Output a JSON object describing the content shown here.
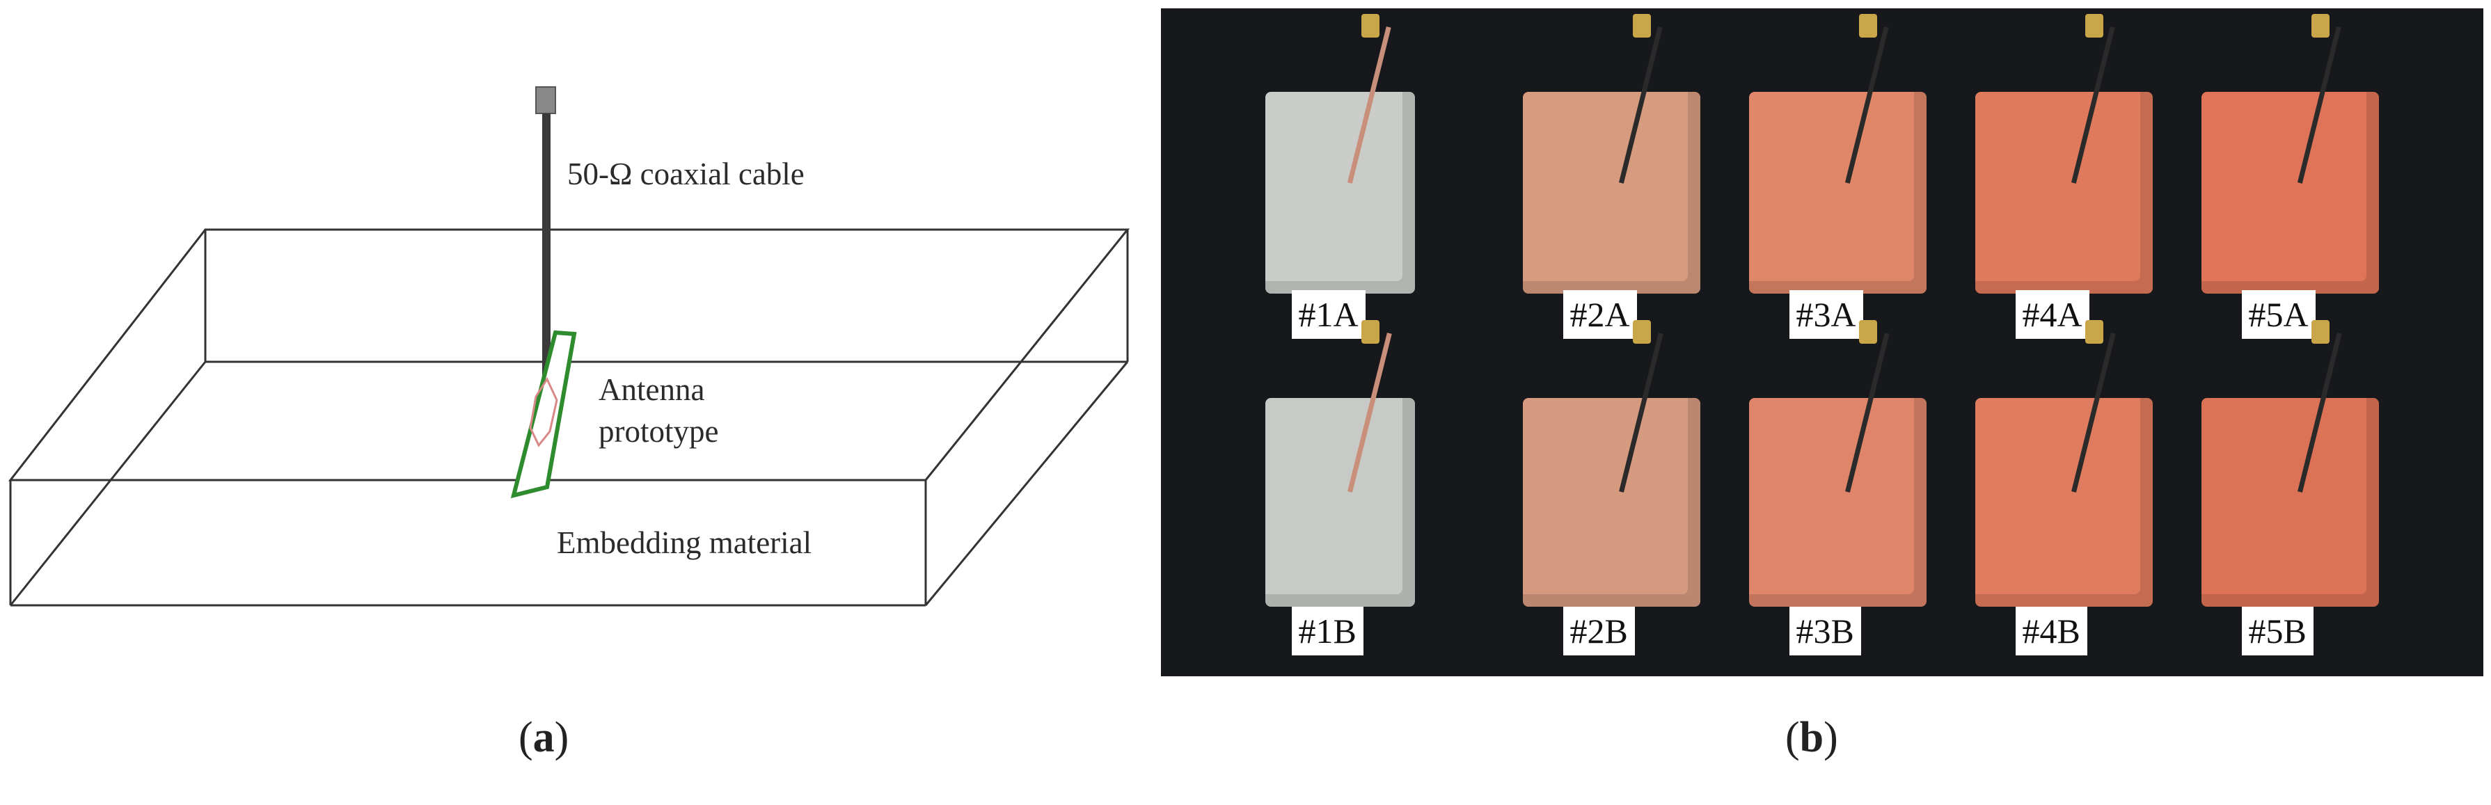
{
  "panel_a": {
    "cable_label": "50-Ω coaxial cable",
    "antenna_label_line1": "Antenna",
    "antenna_label_line2": "prototype",
    "material_label": "Embedding material",
    "caption_letter": "a",
    "colors": {
      "patch": "#2e8b2e",
      "antenna_trace": "#d98888",
      "cable": "#3a3a3a",
      "box": "#333333"
    }
  },
  "panel_b": {
    "caption_letter": "b",
    "samples_top": [
      {
        "label": "#1A",
        "color": "#c9ccc8"
      },
      {
        "label": "#2A",
        "color": "#d79b80"
      },
      {
        "label": "#3A",
        "color": "#e0876a"
      },
      {
        "label": "#4A",
        "color": "#e07a5d"
      },
      {
        "label": "#5A",
        "color": "#e07458"
      }
    ],
    "samples_bottom": [
      {
        "label": "#1B",
        "color": "#c7cac6"
      },
      {
        "label": "#2B",
        "color": "#d69a80"
      },
      {
        "label": "#3B",
        "color": "#df8569"
      },
      {
        "label": "#4B",
        "color": "#df7b5e"
      },
      {
        "label": "#5B",
        "color": "#dc7256"
      }
    ]
  }
}
